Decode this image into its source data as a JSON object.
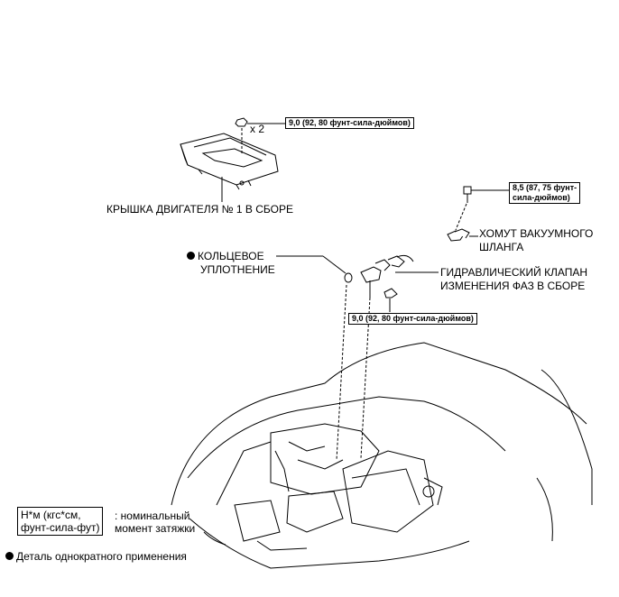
{
  "torques": {
    "cover_nut": "9,0 (92, 80 фунт-сила-дюймов)",
    "clamp_bolt_line1": "8,5 (87, 75 фунт-",
    "clamp_bolt_line2": "сила-дюймов)",
    "valve_bolt": "9,0 (92, 80 фунт-сила-дюймов)"
  },
  "labels": {
    "quantity": "x 2",
    "engine_cover": "КРЫШКА ДВИГАТЕЛЯ № 1 В СБОРЕ",
    "vacuum_clamp_line1": "ХОМУТ ВАКУУМНОГО",
    "vacuum_clamp_line2": "ШЛАНГА",
    "o_ring_line1": "КОЛЬЦЕВОЕ",
    "o_ring_line2": "УПЛОТНЕНИЕ",
    "ocv_line1": "ГИДРАВЛИЧЕСКИЙ КЛАПАН",
    "ocv_line2": "ИЗМЕНЕНИЯ ФАЗ В СБОРЕ"
  },
  "legend": {
    "torque_box_line1": "Н*м (кгс*см,",
    "torque_box_line2": "фунт-сила-фут)",
    "torque_desc_line1": ": номинальный",
    "torque_desc_line2": "момент затяжки",
    "single_use": "Деталь однократного применения"
  }
}
